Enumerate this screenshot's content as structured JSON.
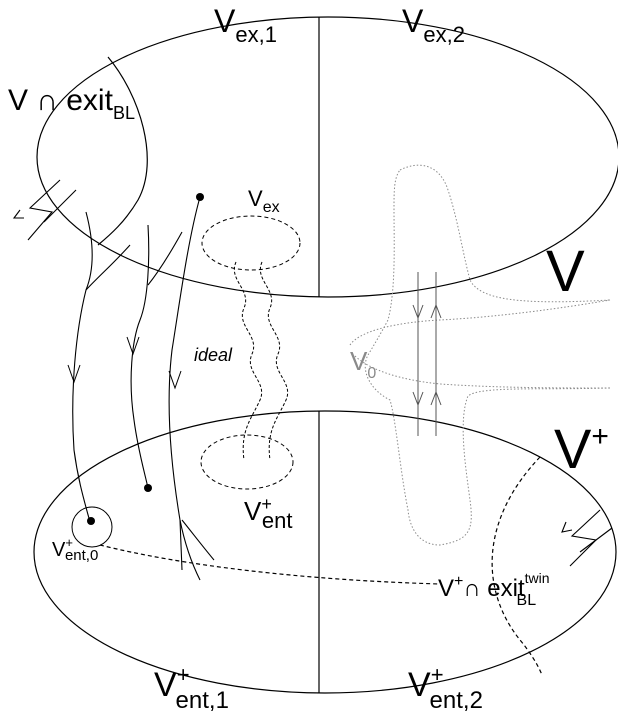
{
  "labels": {
    "v_ex_1": {
      "base": "V",
      "sub": "ex,1"
    },
    "v_ex_2": {
      "base": "V",
      "sub": "ex,2"
    },
    "v_cap_exit_bl": {
      "base": "V ∩ exit",
      "sub": "BL"
    },
    "v_ex": {
      "base": "V",
      "sub": "ex"
    },
    "v_big": {
      "base": "V"
    },
    "ideal": "ideal",
    "v_0": {
      "base": "V",
      "sub": "0"
    },
    "v_plus": {
      "base": "V",
      "sup": "+"
    },
    "v_ent_plus": {
      "base": "V",
      "sup": "+",
      "sub": "ent"
    },
    "v_ent_0": {
      "base": "V",
      "sup": "+",
      "sub": "ent,0"
    },
    "v_plus_cap_exit_twin": {
      "base": "V",
      "sup": "+",
      "mid": "∩ exit",
      "sup2": "twin",
      "sub2": "BL"
    },
    "v_ent_1": {
      "base": "V",
      "sup": "+",
      "sub": "ent,1"
    },
    "v_ent_2": {
      "base": "V",
      "sup": "+",
      "sub": "ent,2"
    }
  },
  "colors": {
    "stroke": "#000000",
    "grey": "#8a8a8a"
  }
}
